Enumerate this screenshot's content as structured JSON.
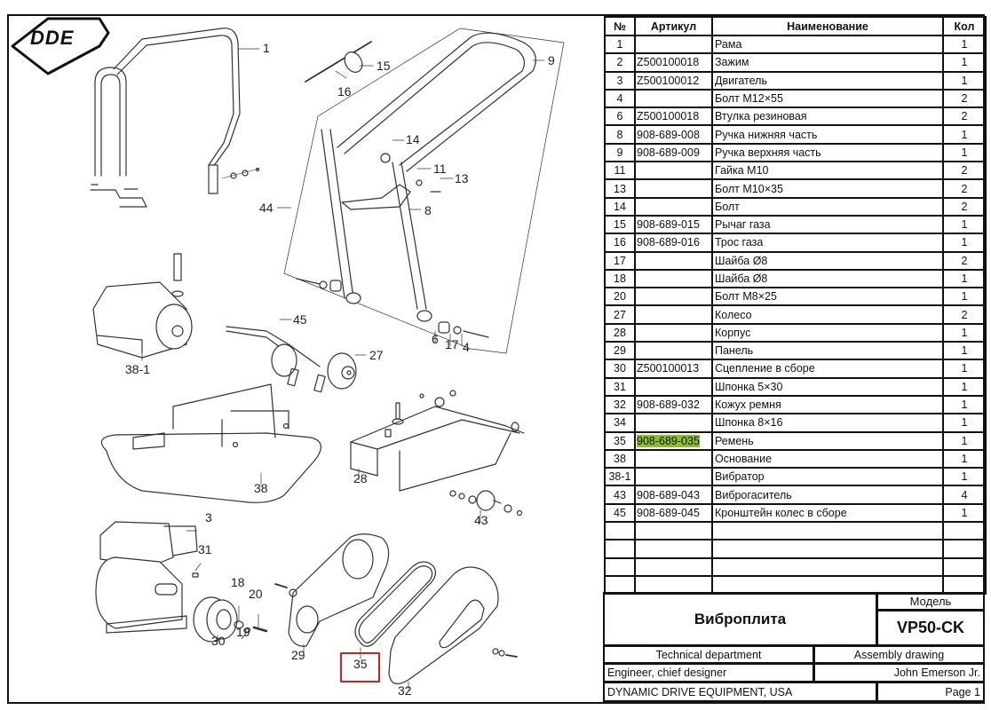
{
  "logo": {
    "text": "DDE"
  },
  "table": {
    "headers": {
      "num": "№",
      "article": "Артикул",
      "name": "Наименование",
      "qty": "Кол"
    },
    "rows": [
      {
        "num": "1",
        "article": "",
        "name": "Рама",
        "qty": "1"
      },
      {
        "num": "2",
        "article": "Z500100018",
        "name": "Зажим",
        "qty": "1"
      },
      {
        "num": "3",
        "article": "Z500100012",
        "name": "Двигатель",
        "qty": "1"
      },
      {
        "num": "4",
        "article": "",
        "name": "Болт М12×55",
        "qty": "2"
      },
      {
        "num": "6",
        "article": "Z500100018",
        "name": "Втулка резиновая",
        "qty": "2"
      },
      {
        "num": "8",
        "article": "908-689-008",
        "name": "Ручка нижняя часть",
        "qty": "1"
      },
      {
        "num": "9",
        "article": "908-689-009",
        "name": "Ручка верхняя часть",
        "qty": "1"
      },
      {
        "num": "11",
        "article": "",
        "name": "Гайка М10",
        "qty": "2"
      },
      {
        "num": "13",
        "article": "",
        "name": "Болт М10×35",
        "qty": "2"
      },
      {
        "num": "14",
        "article": "",
        "name": "Болт",
        "qty": "2"
      },
      {
        "num": "15",
        "article": "908-689-015",
        "name": "Рычаг газа",
        "qty": "1"
      },
      {
        "num": "16",
        "article": "908-689-016",
        "name": "Трос газа",
        "qty": "1"
      },
      {
        "num": "17",
        "article": "",
        "name": "Шайба Ø8",
        "qty": "2"
      },
      {
        "num": "18",
        "article": "",
        "name": "Шайба Ø8",
        "qty": "1"
      },
      {
        "num": "20",
        "article": "",
        "name": "Болт М8×25",
        "qty": "1"
      },
      {
        "num": "27",
        "article": "",
        "name": "Колесо",
        "qty": "2"
      },
      {
        "num": "28",
        "article": "",
        "name": "Корпус",
        "qty": "1"
      },
      {
        "num": "29",
        "article": "",
        "name": "Панель",
        "qty": "1"
      },
      {
        "num": "30",
        "article": "Z500100013",
        "name": "Сцепление в сборе",
        "qty": "1"
      },
      {
        "num": "31",
        "article": "",
        "name": "Шпонка 5×30",
        "qty": "1"
      },
      {
        "num": "32",
        "article": "908-689-032",
        "name": "Кожух ремня",
        "qty": "1"
      },
      {
        "num": "34",
        "article": "",
        "name": "Шпонка 8×16",
        "qty": "1"
      },
      {
        "num": "35",
        "article": "908-689-035",
        "name": "Ремень",
        "qty": "1",
        "highlighted": true
      },
      {
        "num": "38",
        "article": "",
        "name": "Основание",
        "qty": "1"
      },
      {
        "num": "38-1",
        "article": "",
        "name": "Вибратор",
        "qty": "1"
      },
      {
        "num": "43",
        "article": "908-689-043",
        "name": "Виброгаситель",
        "qty": "4"
      },
      {
        "num": "45",
        "article": "908-689-045",
        "name": "Кронштейн колес в сборе",
        "qty": "1"
      },
      {
        "num": "",
        "article": "",
        "name": "",
        "qty": ""
      },
      {
        "num": "",
        "article": "",
        "name": "",
        "qty": ""
      },
      {
        "num": "",
        "article": "",
        "name": "",
        "qty": ""
      },
      {
        "num": "",
        "article": "",
        "name": "",
        "qty": ""
      }
    ],
    "highlight_color": "#8cbf26"
  },
  "title_block": {
    "product_name": "Виброплита",
    "model_label": "Модель",
    "model": "VP50-CK",
    "department": "Technical department",
    "doc_type": "Assembly drawing",
    "role": "Engineer, chief designer",
    "person": "John Emerson Jr.",
    "company": "DYNAMIC DRIVE EQUIPMENT, USA",
    "page": "Page 1"
  },
  "drawing": {
    "callouts": [
      "1",
      "15",
      "16",
      "9",
      "14",
      "11",
      "13",
      "44",
      "8",
      "45",
      "27",
      "38-1",
      "6",
      "17",
      "4",
      "38",
      "28",
      "43",
      "3",
      "31",
      "18",
      "20",
      "30",
      "19",
      "29",
      "35",
      "32"
    ],
    "selected_callout": "35",
    "selection_color": "#cc2222"
  }
}
